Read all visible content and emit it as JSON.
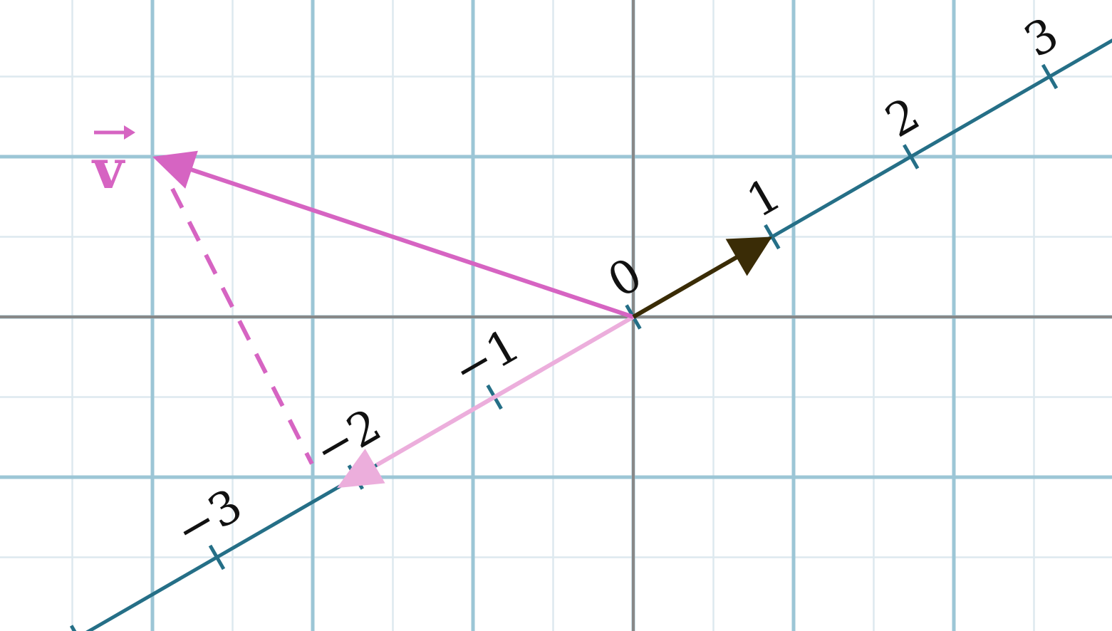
{
  "diagram": {
    "origin_label": "0",
    "number_line_labels": [
      "-3",
      "-2",
      "-1",
      "1",
      "2",
      "3"
    ],
    "vector_label": "v",
    "vector_v": [
      -3,
      1
    ],
    "unit_vector": [
      0.866,
      0.5
    ],
    "projection_value": -2.1,
    "colors": {
      "background": "#ffffff",
      "grid_major": "#9cc6d6",
      "grid_minor": "#dde9ef",
      "axes": "#888888",
      "number_line": "#256f87",
      "vector_v": "#d664c2",
      "projection": "#ecaedc",
      "unit_vector": "#3a2c06",
      "text": "#111111"
    }
  }
}
